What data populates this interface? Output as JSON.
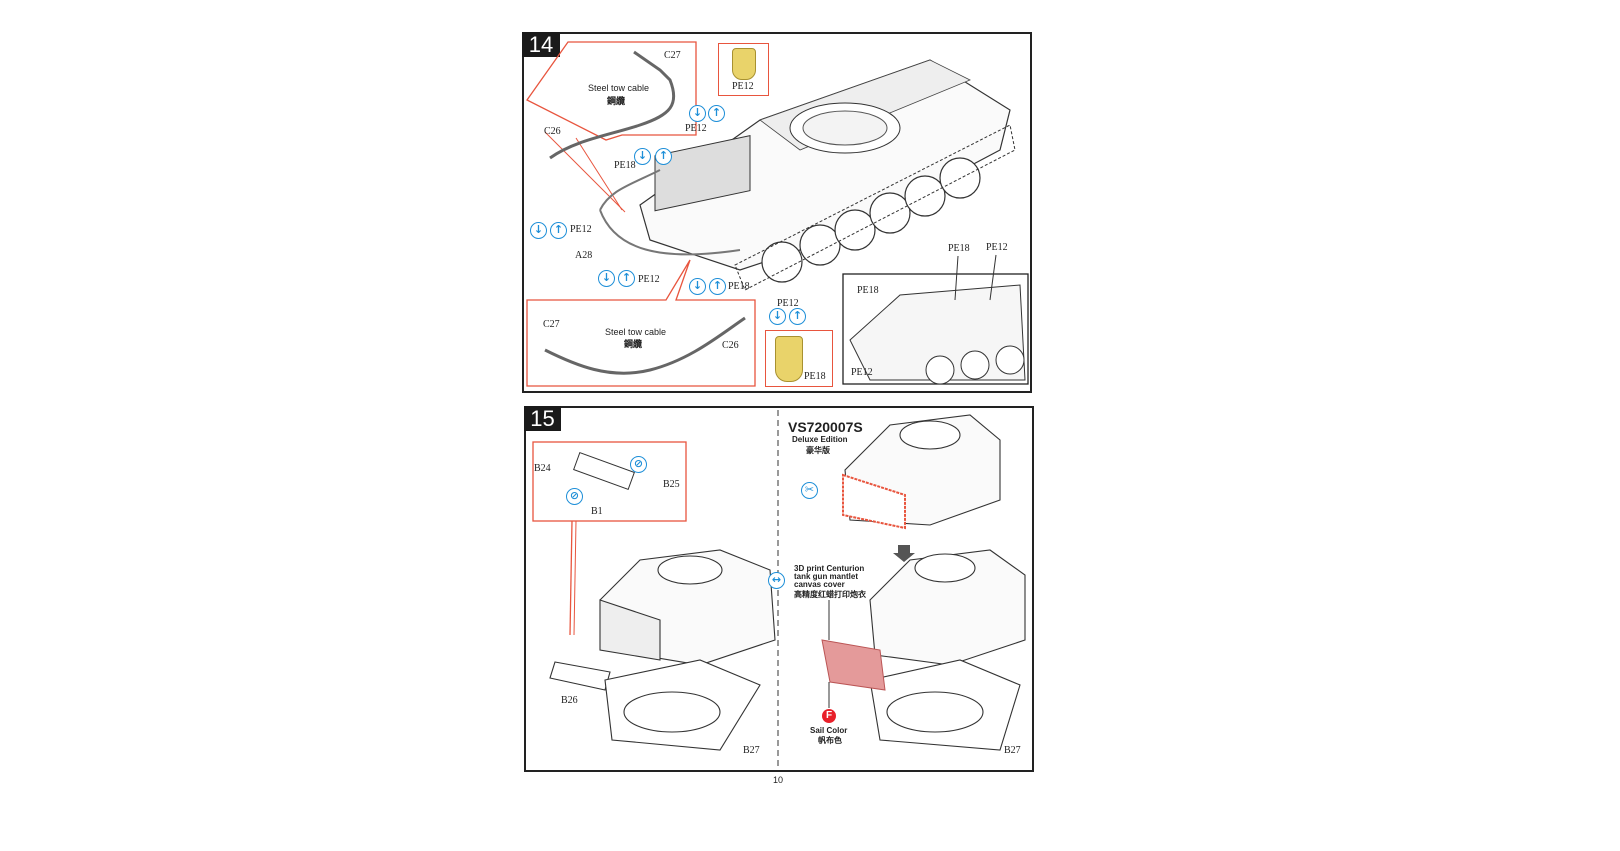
{
  "page_number": "10",
  "step14": {
    "number": "14",
    "labels": {
      "c27_top": "C27",
      "c26_top": "C26",
      "tow_cable_top": "Steel tow cable",
      "tow_cable_top_cn": "鋼纜",
      "pe12_box": "PE12",
      "pe12_a": "PE12",
      "pe18_a": "PE18",
      "pe12_b": "PE12",
      "a28": "A28",
      "pe12_c": "PE12",
      "pe18_b": "PE18",
      "pe12_d": "PE12",
      "c27_bottom": "C27",
      "c26_bottom": "C26",
      "tow_cable_bottom": "Steel tow cable",
      "tow_cable_bottom_cn": "鋼纜",
      "pe18_box": "PE18",
      "inset_pe18_top": "PE18",
      "inset_pe12_top": "PE12",
      "inset_pe18": "PE18",
      "inset_pe12": "PE12"
    },
    "icons": [
      "fold-down-icon",
      "fold-up-icon"
    ]
  },
  "step15": {
    "number": "15",
    "labels": {
      "b24": "B24",
      "b25": "B25",
      "b1": "B1",
      "b26": "B26",
      "b27_left": "B27",
      "b27_right": "B27"
    },
    "deluxe": {
      "code": "VS720007S",
      "edition": "Deluxe Edition",
      "edition_cn": "豪华版",
      "part_desc_1": "3D print Centurion",
      "part_desc_2": "tank gun mantlet",
      "part_desc_3": "canvas cover",
      "part_desc_cn": "高精度红蜡打印炮衣",
      "color_code": "F",
      "color_name": "Sail Color",
      "color_name_cn": "帆布色"
    }
  },
  "colors": {
    "accent_red": "#e8553e",
    "icon_blue": "#1e8fd8",
    "pe_yellow": "#e9d36a",
    "resin_pink": "#e49a9a",
    "paint_red": "#e8202a"
  }
}
